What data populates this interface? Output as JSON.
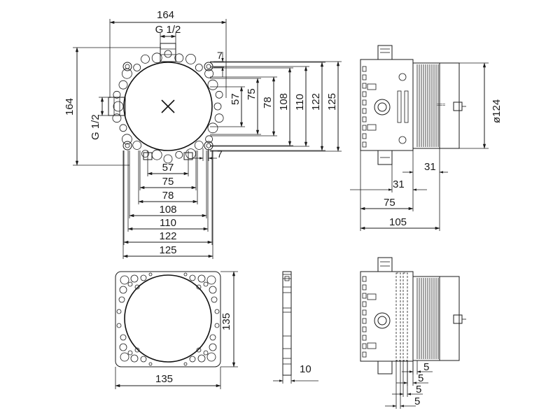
{
  "top_view": {
    "width": "164",
    "thread_top": "G 1/2",
    "height": "164",
    "thread_left": "G 1/2",
    "small_top": "7",
    "small_bottom": "7",
    "vertical_dims": [
      "57",
      "75",
      "78",
      "108",
      "110",
      "122",
      "125"
    ],
    "horizontal_dims": [
      "57",
      "75",
      "78",
      "108",
      "110",
      "122",
      "125"
    ]
  },
  "side_view": {
    "diameter": "ø124",
    "dims": [
      "31",
      "31",
      "75",
      "105"
    ]
  },
  "plate_view": {
    "height": "135",
    "width": "135"
  },
  "profile_view": {
    "thickness": "10"
  },
  "section_view": {
    "dims": [
      "5",
      "5",
      "5",
      "5"
    ]
  }
}
